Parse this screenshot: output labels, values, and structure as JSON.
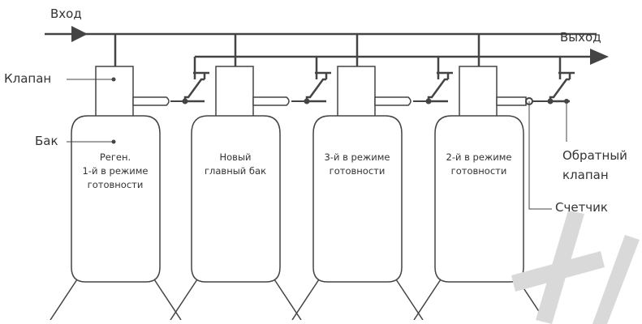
{
  "labels": {
    "inlet": "Вход",
    "outlet": "Выход",
    "valve": "Клапан",
    "tank": "Бак",
    "check_valve": "Обратный\nклапан",
    "meter": "Счетчик"
  },
  "tanks": [
    {
      "text": "Реген.\n1-й в режиме\nготовности"
    },
    {
      "text": "Новый\nглавный бак"
    },
    {
      "text": "3-й в режиме\nготовности"
    },
    {
      "text": "2-й в режиме\nготовности"
    }
  ],
  "colors": {
    "line": "#444444",
    "text": "#333333",
    "watermark": "#d9d9d9"
  }
}
